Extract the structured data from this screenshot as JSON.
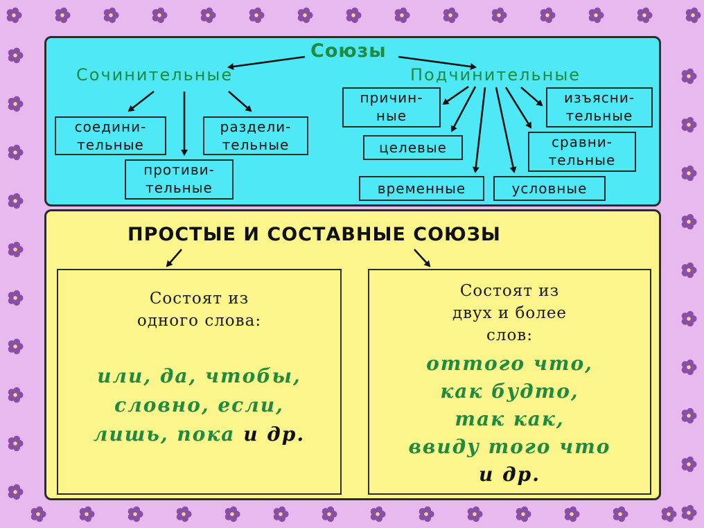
{
  "diagram": {
    "title": "Союзы",
    "coordinating": {
      "label": "Сочинительные",
      "types": [
        {
          "line1": "соедини-",
          "line2": "тельные"
        },
        {
          "line1": "противи-",
          "line2": "тельные"
        },
        {
          "line1": "раздели-",
          "line2": "тельные"
        }
      ]
    },
    "subordinating": {
      "label": "Подчинительные",
      "types": [
        {
          "line1": "причин-",
          "line2": "ные"
        },
        {
          "line1": "целевые"
        },
        {
          "line1": "временные"
        },
        {
          "line1": "условные"
        },
        {
          "line1": "сравни-",
          "line2": "тельные"
        },
        {
          "line1": "изъясни-",
          "line2": "тельные"
        }
      ]
    }
  },
  "structure": {
    "heading": "ПРОСТЫЕ И СОСТАВНЫЕ СОЮЗЫ",
    "simple": {
      "description": "Состоят из\nодного слова:",
      "examples": [
        "или, да, чтобы,",
        "словно, если,",
        "лишь, пока"
      ],
      "tail": "и др."
    },
    "compound": {
      "description": "Состоят из\nдвух и более\nслов:",
      "examples": [
        "оттого что,",
        "как будто,",
        "так как,",
        "ввиду того что"
      ],
      "tail": "и др."
    }
  },
  "colors": {
    "page_frame": "#e7b9ef",
    "top_panel": "#4fe8f6",
    "bottom_panel": "#fbf58c",
    "accent_green": "#1f8a40",
    "ornament": "#7a3a9a"
  }
}
